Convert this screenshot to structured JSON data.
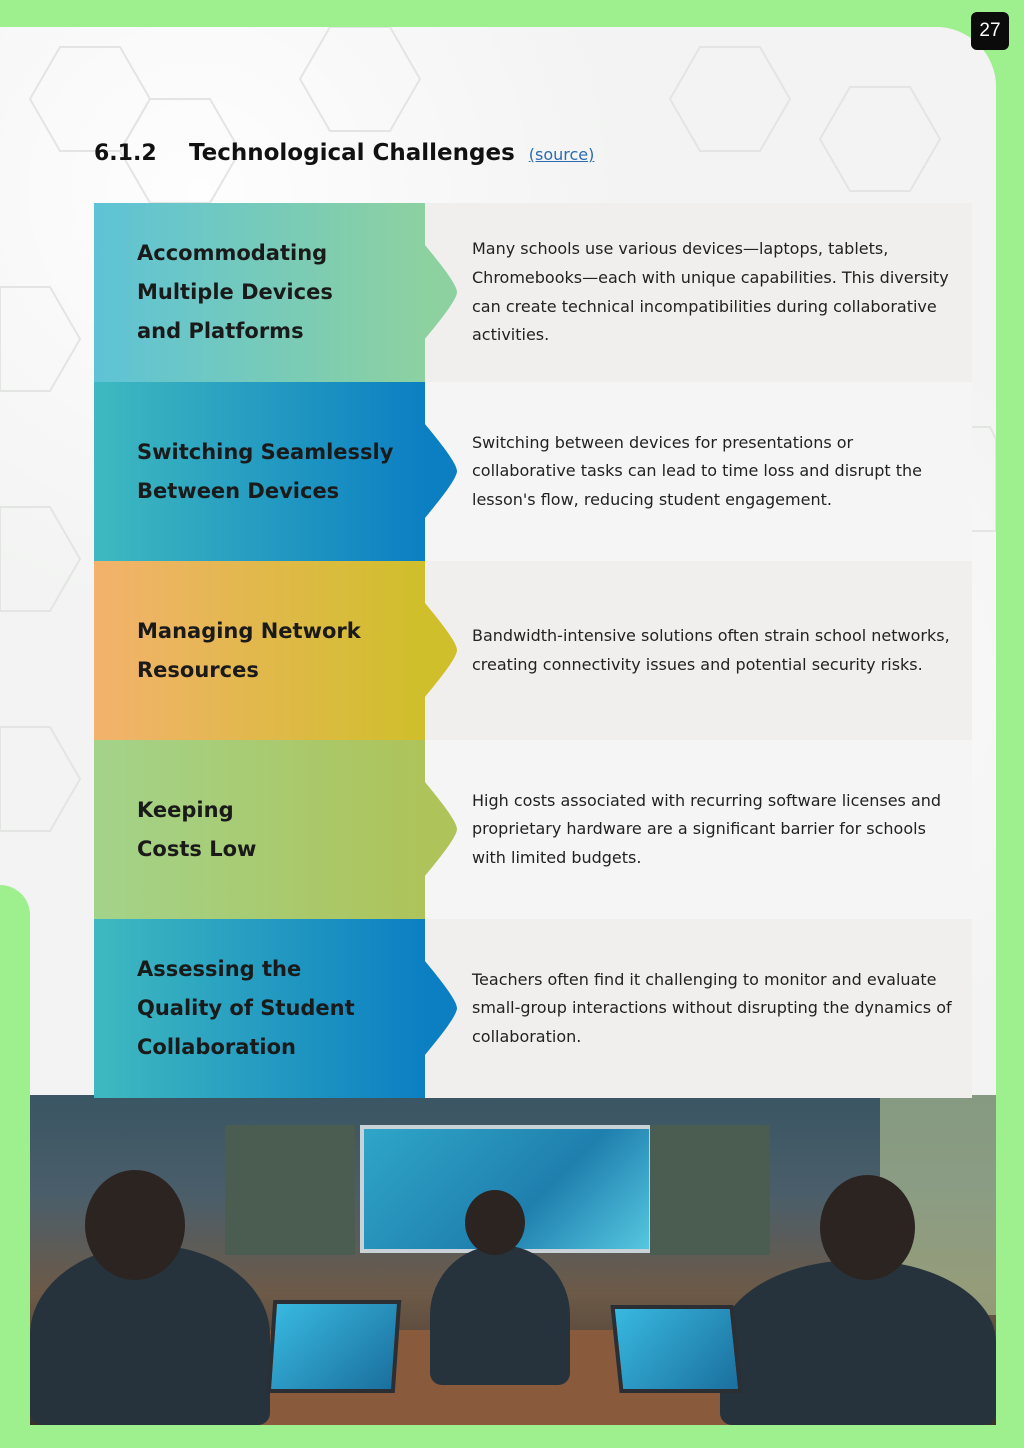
{
  "page_number": "27",
  "heading": {
    "section_number": "6.1.2",
    "title": "Technological Challenges",
    "source_link": "(source)"
  },
  "challenges": [
    {
      "title": "Accommodating\nMultiple Devices\nand Platforms",
      "description": "Many schools use various devices—laptops, tablets, Chromebooks—each with unique capabilities. This diversity can create technical incompatibilities during collaborative activities.",
      "gradient": [
        "#5ec3d6",
        "#8dd1a0"
      ]
    },
    {
      "title": "Switching Seamlessly\nBetween Devices",
      "description": "Switching between devices for presentations or collaborative tasks can lead to time loss and disrupt the lesson's flow, reducing student engagement.",
      "gradient": [
        "#3fb9c0",
        "#0b7fc2"
      ]
    },
    {
      "title": "Managing Network\nResources",
      "description": "Bandwidth-intensive solutions often strain school networks, creating connectivity issues and potential security risks.",
      "gradient": [
        "#f3b26d",
        "#cfbf2a"
      ]
    },
    {
      "title": "Keeping\nCosts Low",
      "description": "High costs associated with recurring software licenses and proprietary hardware are a significant barrier for schools with limited budgets.",
      "gradient": [
        "#a3d38a",
        "#aec35a"
      ]
    },
    {
      "title": "Assessing the\nQuality of Student\nCollaboration",
      "description": "Teachers often find it challenging to monitor and evaluate small-group interactions without disrupting the dynamics of collaboration.",
      "gradient": [
        "#3fb9c0",
        "#0b7fc2"
      ]
    }
  ]
}
